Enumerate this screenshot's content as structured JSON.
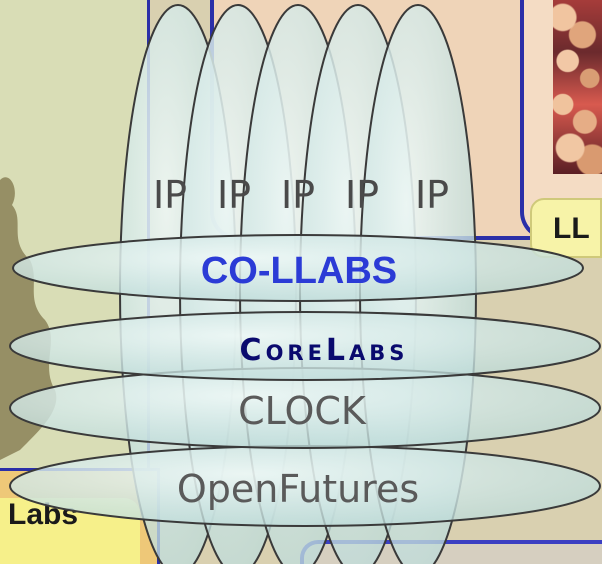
{
  "layers": {
    "ip_labels": [
      "IP",
      "IP",
      "IP",
      "IP",
      "IP"
    ],
    "co_llabs": "CO-LLABS",
    "corelabs": "CoreLabs",
    "clock": "CLOCK",
    "openfutures": "OpenFutures"
  },
  "side_labels": {
    "right": "LL",
    "left": "Labs"
  },
  "colors": {
    "ellipse_fill": "#cfe8e4",
    "ellipse_stroke": "#3a3a3a",
    "co_llabs_text": "#2b3bd6",
    "corelabs_text": "#0a0a6e",
    "gray_text": "#5a5a5a",
    "border_blue": "#2b2fa8"
  }
}
